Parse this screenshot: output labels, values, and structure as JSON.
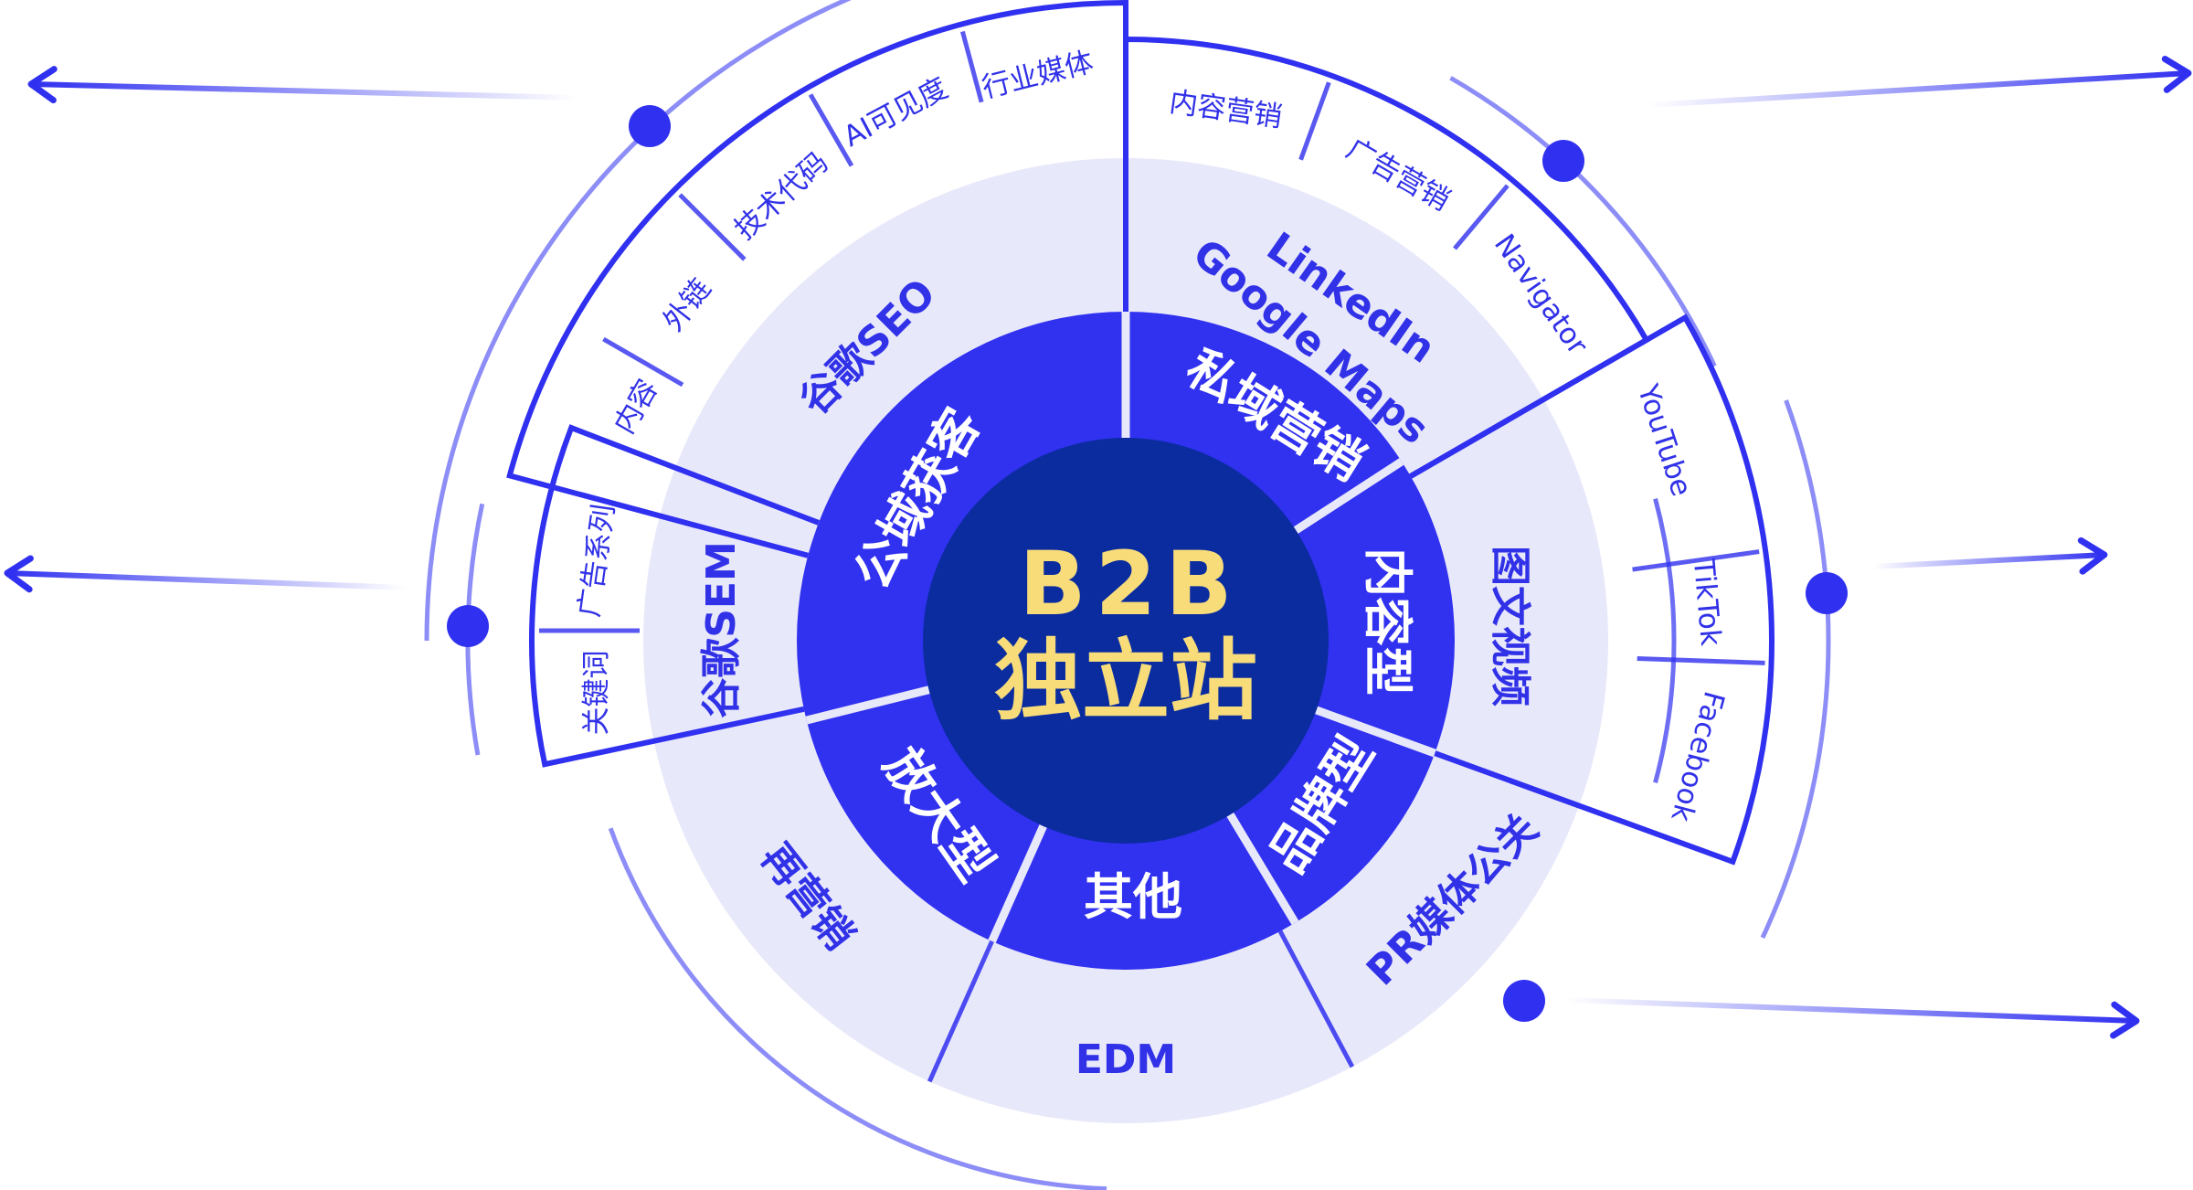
{
  "center": {
    "line1": "B2B",
    "line2": "独立站"
  },
  "inner_ring": {
    "private": "私域营销",
    "public": "公域获客",
    "content": "内容型",
    "brand": "品牌型",
    "other": "其他",
    "amplify": "放大型"
  },
  "outer_ring": {
    "seo": "谷歌SEO",
    "sem": "谷歌SEM",
    "remarketing": "再营销",
    "edm": "EDM",
    "pr": "PR媒体公关",
    "media": "图文视频",
    "linkedin": "LinkedIn",
    "gmaps": "Google Maps"
  },
  "tabs": {
    "seo": [
      "内容",
      "外链",
      "技术代码",
      "AI可见度",
      "行业媒体"
    ],
    "private": [
      "内容营销",
      "广告营销",
      "Navigator"
    ],
    "media": [
      "YouTube",
      "TikTok",
      "Facebook"
    ],
    "sem": [
      "广告系列",
      "关键词"
    ]
  },
  "colors": {
    "blue": "#3030F0",
    "navy": "#0A2C9F",
    "lavender": "#E8E8FB",
    "gold": "#F8DC7A"
  }
}
